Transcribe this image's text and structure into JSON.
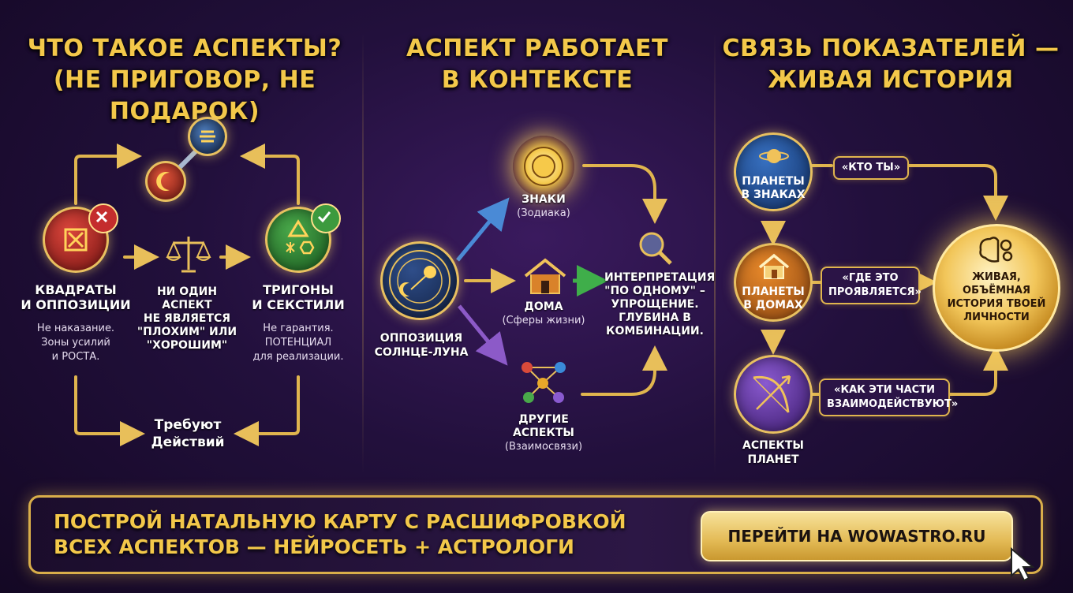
{
  "colors": {
    "gold": "#f3c84a",
    "bg": "#22103c",
    "red": "#b12b2b",
    "green": "#2f8a34",
    "blue": "#1f4e8c",
    "orange": "#d9761f",
    "purple": "#6a3d9a"
  },
  "section1": {
    "title_line1": "ЧТО ТАКОЕ АСПЕКТЫ?",
    "title_line2": "(НЕ ПРИГОВОР, НЕ ПОДАРОК)",
    "left_heading_1": "КВАДРАТЫ",
    "left_heading_2": "И ОППОЗИЦИИ",
    "left_text_1": "Не наказание.",
    "left_text_2": "Зоны усилий",
    "left_text_3": "и РОСТА.",
    "center_1": "НИ ОДИН",
    "center_2": "АСПЕКТ",
    "center_3": "НЕ ЯВЛЯЕТСЯ",
    "center_4": "\"ПЛОХИМ\" ИЛИ",
    "center_5": "\"ХОРОШИМ\"",
    "right_heading_1": "ТРИГОНЫ",
    "right_heading_2": "И СЕКСТИЛИ",
    "right_text_1": "Не гарантия.",
    "right_text_2": "ПОТЕНЦИАЛ",
    "right_text_3": "для реализации.",
    "bottom_1": "Требуют",
    "bottom_2": "Действий"
  },
  "section2": {
    "title_line1": "АСПЕКТ РАБОТАЕТ",
    "title_line2": "В КОНТЕКСТЕ",
    "source_1": "ОППОЗИЦИЯ",
    "source_2": "СОЛНЦЕ-ЛУНА",
    "signs": "ЗНАКИ",
    "signs_sub": "(Зодиака)",
    "houses": "ДОМА",
    "houses_sub": "(Сферы жизни)",
    "other_1": "ДРУГИЕ",
    "other_2": "АСПЕКТЫ",
    "other_sub": "(Взаимосвязи)",
    "interp_1": "ИНТЕРПРЕТАЦИЯ",
    "interp_2": "\"ПО ОДНОМУ\" –",
    "interp_3": "УПРОЩЕНИЕ.",
    "interp_4": "ГЛУБИНА В",
    "interp_5": "КОМБИНАЦИИ."
  },
  "section3": {
    "title_line1": "СВЯЗЬ ПОКАЗАТЕЛЕЙ —",
    "title_line2": "ЖИВАЯ ИСТОРИЯ",
    "planets_signs_1": "ПЛАНЕТЫ",
    "planets_signs_2": "В ЗНАКАХ",
    "planets_houses_1": "ПЛАНЕТЫ",
    "planets_houses_2": "В ДОМАХ",
    "aspects_1": "АСПЕКТЫ",
    "aspects_2": "ПЛАНЕТ",
    "pill_who": "«КТО ТЫ»",
    "pill_where_1": "«ГДЕ ЭТО",
    "pill_where_2": "ПРОЯВЛЯЕТСЯ»",
    "pill_how_1": "«КАК ЭТИ ЧАСТИ",
    "pill_how_2": "ВЗАИМОДЕЙСТВУЮТ»",
    "result_1": "ЖИВАЯ,",
    "result_2": "ОБЪЁМНАЯ",
    "result_3": "ИСТОРИЯ ТВОЕЙ",
    "result_4": "ЛИЧНОСТИ"
  },
  "footer": {
    "line1": "ПОСТРОЙ НАТАЛЬНУЮ КАРТУ С РАСШИФРОВКОЙ",
    "line2": "ВСЕХ АСПЕКТОВ — НЕЙРОСЕТЬ + АСТРОЛОГИ",
    "cta": "ПЕРЕЙТИ НА WOWASTRO.RU"
  },
  "icons": [
    "x-square-icon",
    "cross-badge-icon",
    "moon-icon",
    "saturn-icon",
    "scales-icon",
    "triangle-icon",
    "check-badge-icon",
    "sun-icon",
    "zodiac-wheel-icon",
    "house-icon",
    "planets-network-icon",
    "magnifier-icon",
    "planet-ring-icon",
    "bow-arrow-icon",
    "brain-gears-icon",
    "cursor-icon"
  ]
}
